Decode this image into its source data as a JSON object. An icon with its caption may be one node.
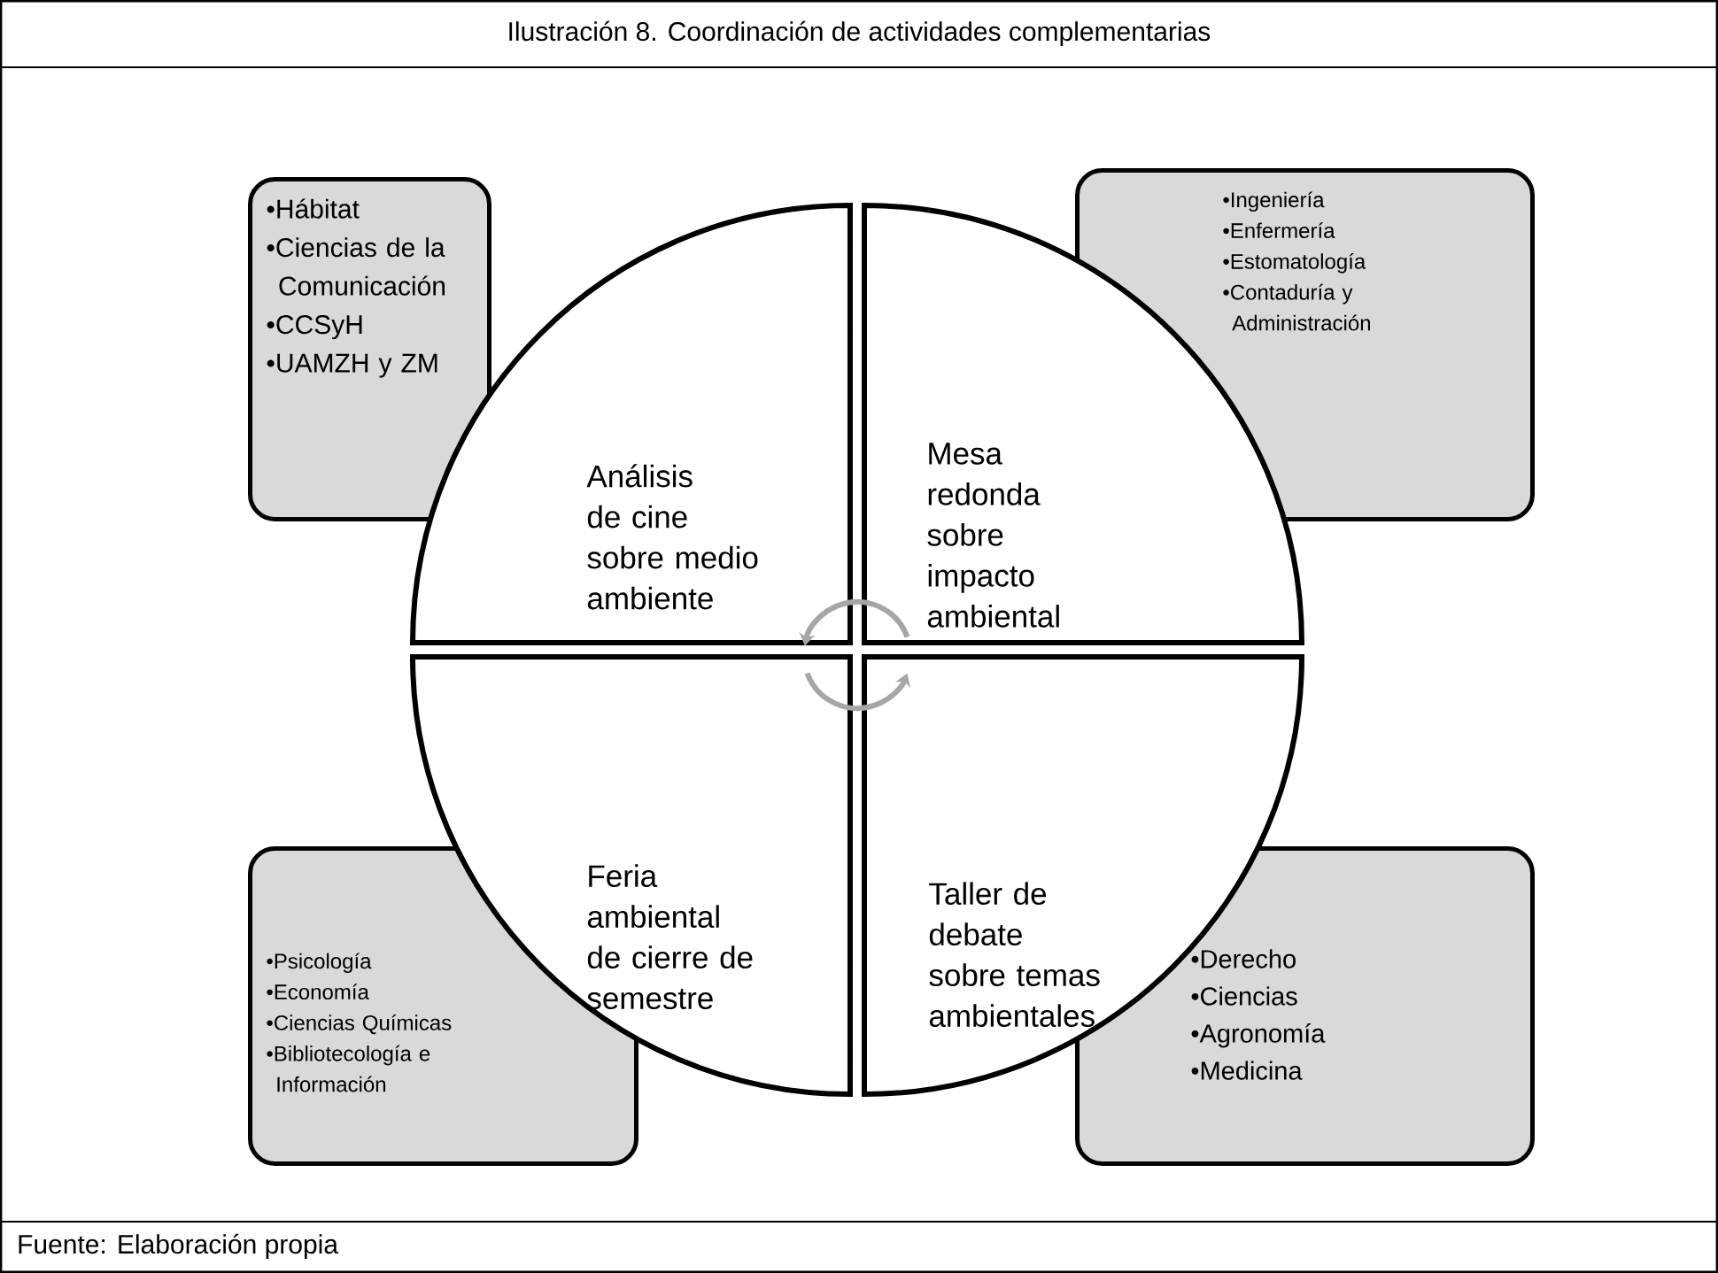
{
  "diagram": {
    "title": "Ilustración 8. Coordinación de actividades complementarias",
    "caption": "Fuente: Elaboración propia",
    "nodes": [
      {
        "text": [
          "•Hábitat",
          "•Ciencias de la Comunicación",
          "•CCSyH",
          "•UAMZH y ZM"
        ]
      },
      {
        "text": [
          "•Ingeniería",
          "•Enfermería",
          "•Estomatología",
          "•Contaduría y Administración"
        ]
      },
      {
        "text": [
          "Análisis de cine sobre medio ambiente"
        ]
      },
      {
        "text": [
          "Mesa redonda sobre impacto ambiental"
        ]
      },
      {
        "text": [
          "Feria ambiental de cierre de semestre"
        ]
      },
      {
        "text": [
          "Taller de debate sobre temas ambientales"
        ]
      },
      {
        "text": [
          "•Psicología",
          "•Economía",
          "•Ciencias Químicas",
          "•Bibliotecología e Información"
        ]
      },
      {
        "text": [
          "•Derecho",
          "•Ciencias",
          "•Agronomía",
          "•Medicina"
        ]
      }
    ],
    "edges": [
      {
        "from": 3,
        "to": 2,
        "arrow": "to"
      },
      {
        "from": 4,
        "to": 5,
        "arrow": "to"
      }
    ]
  }
}
